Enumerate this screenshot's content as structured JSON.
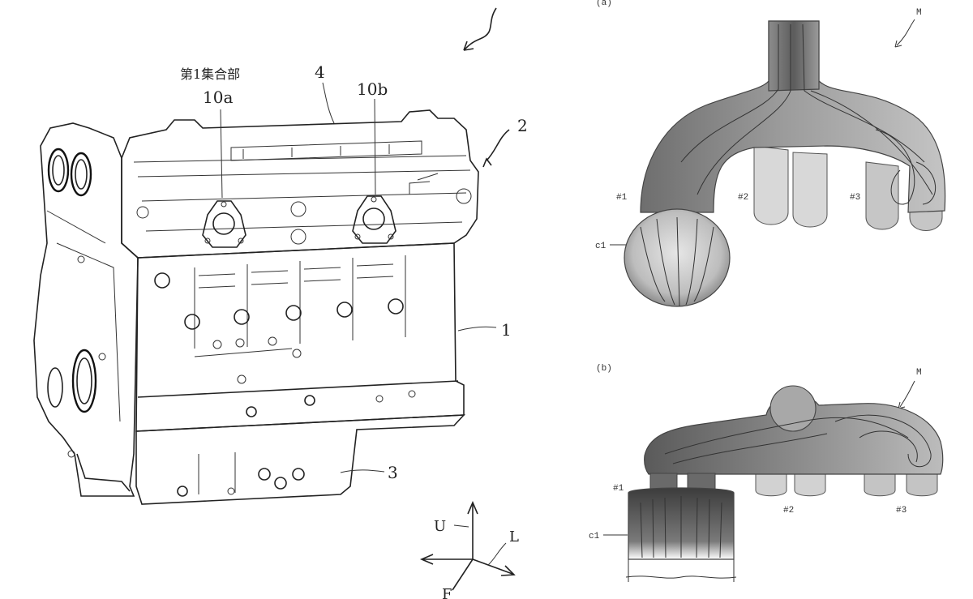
{
  "engine_figure": {
    "label_first_junction": "第1集合部",
    "label_10a": "10a",
    "label_10b": "10b",
    "label_1": "1",
    "label_2": "2",
    "label_3": "3",
    "label_4": "4"
  },
  "axes": {
    "up": "U",
    "left": "L",
    "front": "F"
  },
  "panel_a": {
    "panel_label": "(a)",
    "label_m": "M",
    "label_c1": "c1",
    "port_1": "#1",
    "port_2": "#2",
    "port_3": "#3"
  },
  "panel_b": {
    "panel_label": "(b)",
    "label_m": "M",
    "label_c1": "c1",
    "port_1": "#1",
    "port_2": "#2",
    "port_3": "#3"
  },
  "colors": {
    "ink": "#222222",
    "flow_dark": "#3a3a3a",
    "flow_mid": "#8a8a8a",
    "flow_light": "#d2d2d2",
    "background": "#ffffff"
  }
}
